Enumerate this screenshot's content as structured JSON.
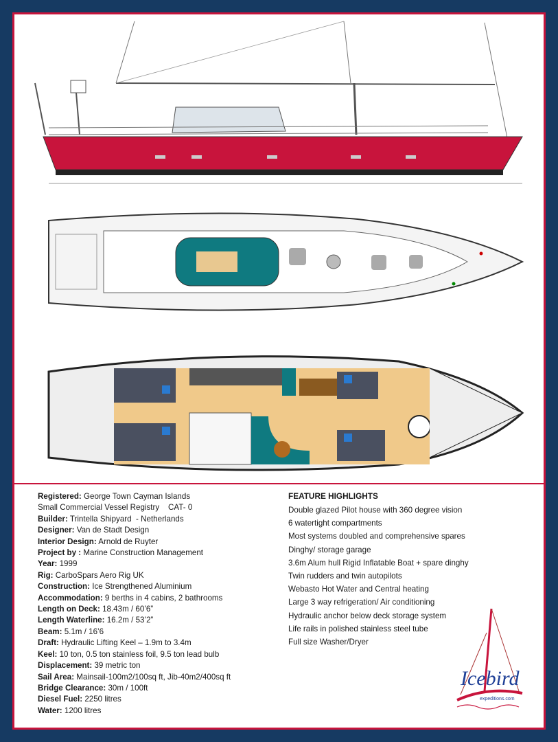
{
  "specs": [
    {
      "label": "Registered:",
      "value": "George Town Cayman Islands"
    },
    {
      "label": "",
      "value": "Small Commercial Vessel Registry    CAT- 0"
    },
    {
      "label": "Builder:",
      "value": "Trintella Shipyard  - Netherlands"
    },
    {
      "label": "Designer:",
      "value": "Van de Stadt Design"
    },
    {
      "label": "Interior Design:",
      "value": "Arnold de Ruyter"
    },
    {
      "label": "Project by :",
      "value": "Marine Construction Management"
    },
    {
      "label": "Year:",
      "value": "1999"
    },
    {
      "label": "Rig:",
      "value": "CarboSpars Aero Rig UK"
    },
    {
      "label": "Construction:",
      "value": "Ice Strengthened Aluminium"
    },
    {
      "label": "Accommodation:",
      "value": "9 berths in 4 cabins, 2 bathrooms"
    },
    {
      "label": "Length on Deck:",
      "value": "18.43m / 60’6”"
    },
    {
      "label": "Length Waterline:",
      "value": "16.2m / 53’2”"
    },
    {
      "label": "Beam:",
      "value": "5.1m / 16’6"
    },
    {
      "label": "Draft:",
      "value": "Hydraulic Lifting Keel – 1.9m to 3.4m"
    },
    {
      "label": "Keel:",
      "value": "10 ton, 0.5 ton stainless foil, 9.5 ton lead bulb"
    },
    {
      "label": "Displacement:",
      "value": "39 metric ton"
    },
    {
      "label": "Sail Area:",
      "value": "Mainsail-100m2/100sq ft, Jib-40m2/400sq ft"
    },
    {
      "label": "Bridge Clearance:",
      "value": "30m / 100ft"
    },
    {
      "label": "Diesel Fuel:",
      "value": "2250 litres"
    },
    {
      "label": "Water:",
      "value": "1200 litres"
    }
  ],
  "features": {
    "title": "FEATURE HIGHLIGHTS",
    "items": [
      "Double glazed Pilot house with 360 degree vision",
      "6 watertight compartments",
      "Most systems doubled and comprehensive spares",
      "Dinghy/ storage garage",
      "3.6m Alum hull Rigid Inflatable Boat + spare dinghy",
      "Twin rudders and twin autopilots",
      "Webasto Hot Water and Central heating",
      "Large 3 way refrigeration/ Air conditioning",
      "Hydraulic anchor below deck storage system",
      "Life rails in polished stainless steel tube",
      "Full size Washer/Dryer"
    ]
  },
  "logo": {
    "name": "Icebird",
    "url": "expeditions.com"
  },
  "colors": {
    "navy": "#163a62",
    "red": "#c8143c",
    "teal": "#0f7a80",
    "wood": "#c98a2a"
  }
}
